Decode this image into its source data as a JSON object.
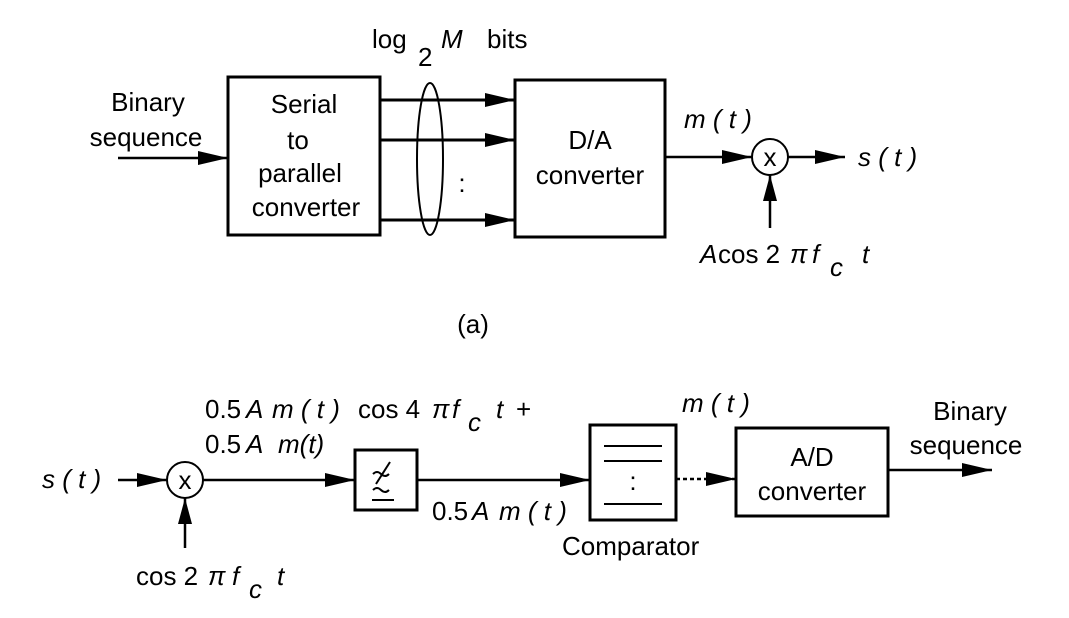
{
  "diagram_a": {
    "caption": "(a)",
    "input_label_line1": "Binary",
    "input_label_line2": "sequence",
    "sp_line1": "Serial",
    "sp_line2": "to",
    "sp_line3": "parallel",
    "sp_line4": "converter",
    "bus_label_log": "log",
    "bus_label_sub": "2",
    "bus_label_M": "M",
    "bus_label_bits": "bits",
    "bus_dots": ":",
    "da_line1": "D/A",
    "da_line2": "converter",
    "mt_label": "m ( t )",
    "mixer_symbol": "x",
    "output_label": "s ( t )",
    "carrier_A": "A",
    "carrier_cos": "cos 2",
    "carrier_pi": "π",
    "carrier_f": "f",
    "carrier_sub": "c",
    "carrier_t": "t"
  },
  "diagram_b": {
    "input_label": "s ( t )",
    "mixer_symbol": "x",
    "lo_cos": "cos 2",
    "lo_pi": "π",
    "lo_f": "f",
    "lo_sub": "c",
    "lo_t": "t",
    "product_line1_a": "0.5",
    "product_line1_A": "A",
    "product_line1_m": "m ( t ) ",
    "product_line1_cos": "cos 4",
    "product_line1_pi": "π",
    "product_line1_f": "f",
    "product_line1_sub": "c",
    "product_line1_t": "t",
    "product_line1_plus": "+",
    "product_line2_a": "0.5",
    "product_line2_A": "A",
    "product_line2_m": "m(t)",
    "lpf_output_a": "0.5",
    "lpf_output_A": "A",
    "lpf_output_m": "m ( t )",
    "comparator_dots": ":",
    "comparator_label": "Comparator",
    "mt_label": "m ( t )",
    "ad_line1": "A/D",
    "ad_line2": "converter",
    "output_line1": "Binary",
    "output_line2": "sequence"
  }
}
